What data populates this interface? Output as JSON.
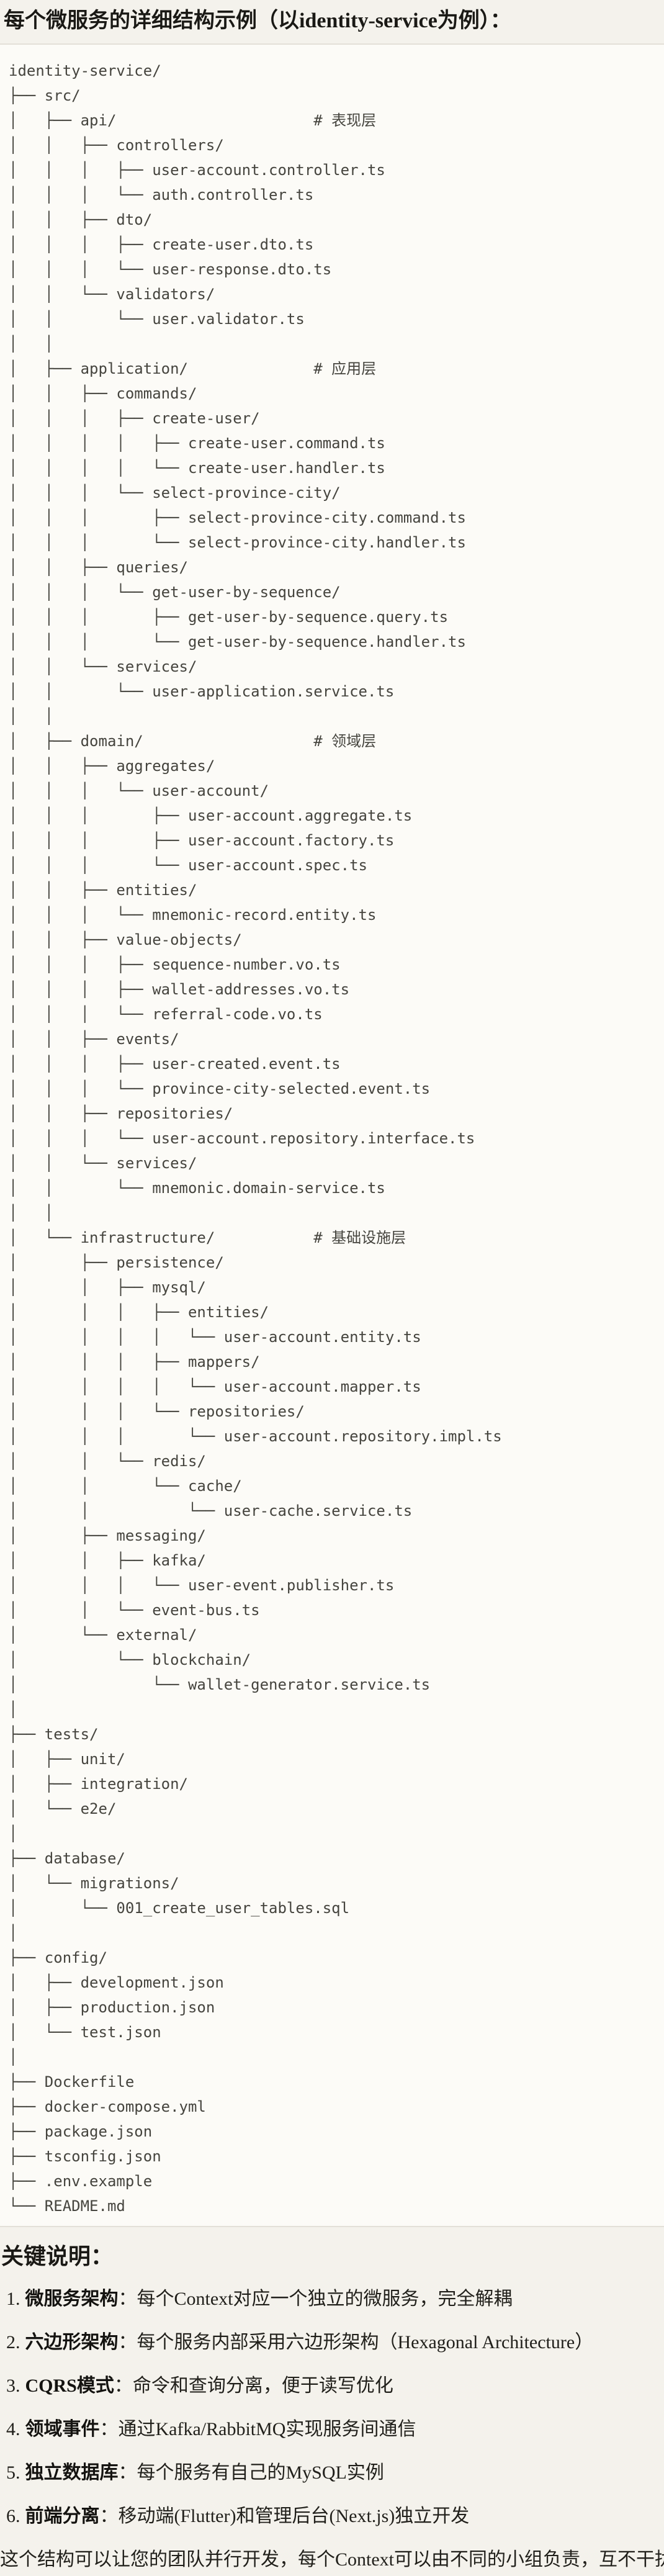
{
  "page": {
    "title": "每个微服务的详细结构示例（以identity-service为例）："
  },
  "file_tree": {
    "lines": [
      "identity-service/",
      "├── src/",
      "│   ├── api/                      # 表现层",
      "│   │   ├── controllers/",
      "│   │   │   ├── user-account.controller.ts",
      "│   │   │   └── auth.controller.ts",
      "│   │   ├── dto/",
      "│   │   │   ├── create-user.dto.ts",
      "│   │   │   └── user-response.dto.ts",
      "│   │   └── validators/",
      "│   │       └── user.validator.ts",
      "│   │",
      "│   ├── application/              # 应用层",
      "│   │   ├── commands/",
      "│   │   │   ├── create-user/",
      "│   │   │   │   ├── create-user.command.ts",
      "│   │   │   │   └── create-user.handler.ts",
      "│   │   │   └── select-province-city/",
      "│   │   │       ├── select-province-city.command.ts",
      "│   │   │       └── select-province-city.handler.ts",
      "│   │   ├── queries/",
      "│   │   │   └── get-user-by-sequence/",
      "│   │   │       ├── get-user-by-sequence.query.ts",
      "│   │   │       └── get-user-by-sequence.handler.ts",
      "│   │   └── services/",
      "│   │       └── user-application.service.ts",
      "│   │",
      "│   ├── domain/                   # 领域层",
      "│   │   ├── aggregates/",
      "│   │   │   └── user-account/",
      "│   │   │       ├── user-account.aggregate.ts",
      "│   │   │       ├── user-account.factory.ts",
      "│   │   │       └── user-account.spec.ts",
      "│   │   ├── entities/",
      "│   │   │   └── mnemonic-record.entity.ts",
      "│   │   ├── value-objects/",
      "│   │   │   ├── sequence-number.vo.ts",
      "│   │   │   ├── wallet-addresses.vo.ts",
      "│   │   │   └── referral-code.vo.ts",
      "│   │   ├── events/",
      "│   │   │   ├── user-created.event.ts",
      "│   │   │   └── province-city-selected.event.ts",
      "│   │   ├── repositories/",
      "│   │   │   └── user-account.repository.interface.ts",
      "│   │   └── services/",
      "│   │       └── mnemonic.domain-service.ts",
      "│   │",
      "│   └── infrastructure/           # 基础设施层",
      "│       ├── persistence/",
      "│       │   ├── mysql/",
      "│       │   │   ├── entities/",
      "│       │   │   │   └── user-account.entity.ts",
      "│       │   │   ├── mappers/",
      "│       │   │   │   └── user-account.mapper.ts",
      "│       │   │   └── repositories/",
      "│       │   │       └── user-account.repository.impl.ts",
      "│       │   └── redis/",
      "│       │       └── cache/",
      "│       │           └── user-cache.service.ts",
      "│       ├── messaging/",
      "│       │   ├── kafka/",
      "│       │   │   └── user-event.publisher.ts",
      "│       │   └── event-bus.ts",
      "│       └── external/",
      "│           └── blockchain/",
      "│               └── wallet-generator.service.ts",
      "│",
      "├── tests/",
      "│   ├── unit/",
      "│   ├── integration/",
      "│   └── e2e/",
      "│",
      "├── database/",
      "│   └── migrations/",
      "│       └── 001_create_user_tables.sql",
      "│",
      "├── config/",
      "│   ├── development.json",
      "│   ├── production.json",
      "│   └── test.json",
      "│",
      "├── Dockerfile",
      "├── docker-compose.yml",
      "├── package.json",
      "├── tsconfig.json",
      "├── .env.example",
      "└── README.md"
    ]
  },
  "notes": {
    "heading": "关键说明：",
    "items": [
      {
        "num": "1.",
        "term": "微服务架构",
        "desc": "：每个Context对应一个独立的微服务，完全解耦"
      },
      {
        "num": "2.",
        "term": "六边形架构",
        "desc": "：每个服务内部采用六边形架构（Hexagonal Architecture）"
      },
      {
        "num": "3.",
        "term": "CQRS模式",
        "desc": "：命令和查询分离，便于读写优化"
      },
      {
        "num": "4.",
        "term": "领域事件",
        "desc": "：通过Kafka/RabbitMQ实现服务间通信"
      },
      {
        "num": "5.",
        "term": "独立数据库",
        "desc": "：每个服务有自己的MySQL实例"
      },
      {
        "num": "6.",
        "term": "前端分离",
        "desc": "：移动端(Flutter)和管理后台(Next.js)独立开发"
      }
    ],
    "closing": "这个结构可以让您的团队并行开发，每个Context可以由不同的小组负责，互不干扰。"
  },
  "colors": {
    "page_bg": "#f4f2ec",
    "code_bg": "#fcfbf7",
    "border": "#e3e0d8",
    "tree_text": "#45443e",
    "heading_text": "#1a1915",
    "body_text": "#21201b"
  }
}
